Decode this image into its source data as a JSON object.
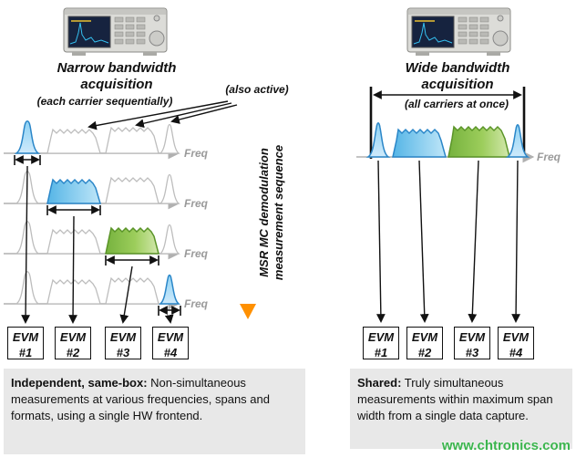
{
  "colors": {
    "carrier_blue": "#5bb8e8",
    "carrier_blue_light": "#bfe6f8",
    "carrier_green": "#8cc63f",
    "sequence_arrow_orange": "#ff9800",
    "watermark_green": "#3cb54e",
    "caption_bg": "#e8e8e8",
    "trace_gray": "#bdbdbd"
  },
  "left": {
    "title_line1": "Narrow bandwidth",
    "title_line2": "acquisition",
    "subtitle": "(each carrier sequentially)",
    "also_active": "(also active)",
    "freq_label": "Freq",
    "sequence_line1": "MSR MC demodulation",
    "sequence_line2": "measurement sequence",
    "caption_lead": "Independent, same-box:",
    "caption_rest": " Non-simultaneous measurements at various frequencies, spans and formats,  using a single HW frontend."
  },
  "right": {
    "title_line1": "Wide bandwidth",
    "title_line2": "acquisition",
    "subtitle": "(all carriers at once)",
    "freq_label": "Freq",
    "caption_lead": "Shared:",
    "caption_rest": " Truly simultaneous measurements within maximum span width from a single data capture."
  },
  "evm_boxes": [
    {
      "line1": "EVM",
      "line2": "#1"
    },
    {
      "line1": "EVM",
      "line2": "#2"
    },
    {
      "line1": "EVM",
      "line2": "#3"
    },
    {
      "line1": "EVM",
      "line2": "#4"
    }
  ],
  "watermark": "www.chtronics.com"
}
